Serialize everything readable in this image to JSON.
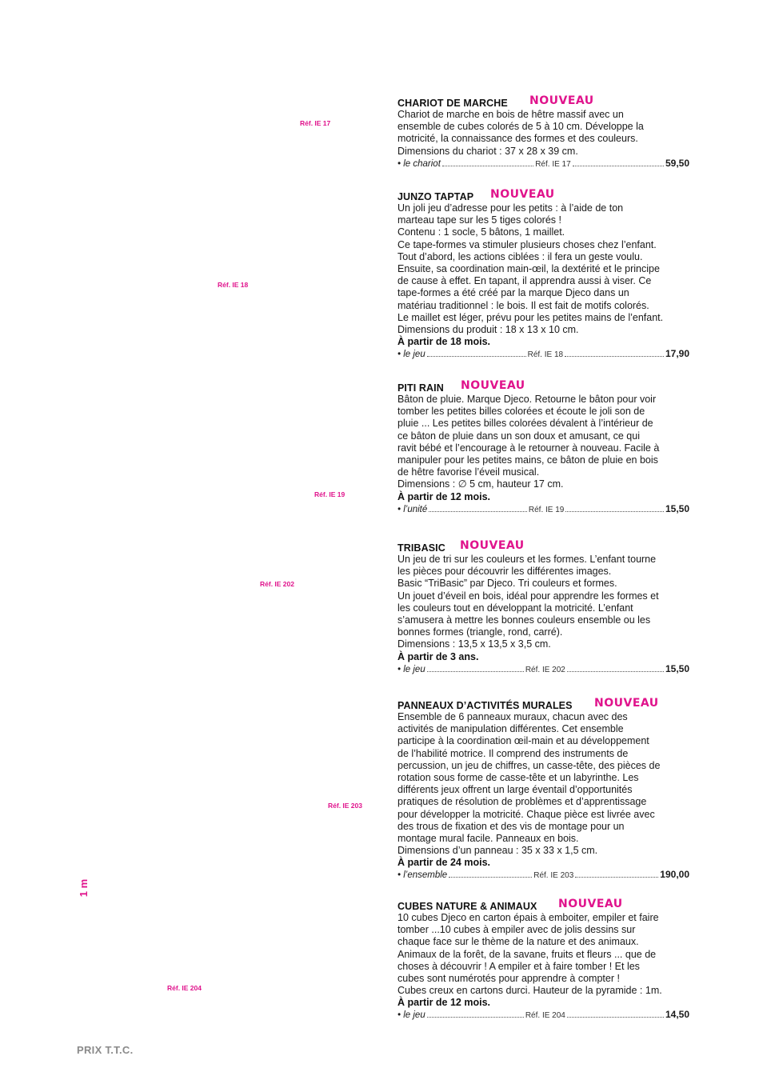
{
  "side_label": "1 m",
  "footer": "PRIX T.T.C.",
  "badge_label": "NOUVEAU",
  "ref_tags": [
    {
      "text": "Réf. IE 17"
    },
    {
      "text": "Réf. IE 18"
    },
    {
      "text": "Réf. IE 19"
    },
    {
      "text": "Réf. IE 202"
    },
    {
      "text": "Réf. IE 203"
    },
    {
      "text": "Réf. IE 204"
    }
  ],
  "products": [
    {
      "title": "CHARIOT DE MARCHE",
      "badge": "NOUVEAU",
      "desc": "Chariot de marche en bois de hêtre massif avec un\nensemble de cubes colorés de 5 à 10 cm. Développe la\nmotricité, la connaissance des formes et des couleurs.\nDimensions du chariot : 37 x 28 x 39 cm.",
      "age": "",
      "unit": "• le chariot",
      "ref": "Réf. IE 17",
      "price": "59,50"
    },
    {
      "title": "JUNZO TAPTAP",
      "badge": "NOUVEAU",
      "desc": "Un joli jeu d’adresse pour les petits : à l’aide de ton\nmarteau tape sur les 5 tiges colorés !\nContenu : 1 socle, 5 bâtons, 1 maillet.\nCe tape-formes va stimuler plusieurs choses chez l’enfant.\nTout d’abord, les actions ciblées : il fera un geste voulu.\nEnsuite, sa coordination main-œil, la dextérité et le principe\nde cause à effet. En tapant, il apprendra aussi à viser. Ce\ntape-formes a été créé par la marque Djeco dans un\nmatériau traditionnel : le bois. Il est fait de motifs colorés.\nLe maillet est léger, prévu pour les petites mains de l’enfant.\nDimensions du produit : 18 x 13 x 10 cm.",
      "age": "À partir de 18 mois.",
      "unit": "• le jeu",
      "ref": "Réf. IE 18",
      "price": "17,90"
    },
    {
      "title": "PITI RAIN",
      "badge": "NOUVEAU",
      "desc": "Bâton de pluie. Marque Djeco. Retourne le bâton pour voir\ntomber les petites billes colorées et écoute le joli son de\npluie ... Les petites billes colorées dévalent à l’intérieur de\nce bâton de pluie dans un son doux et amusant, ce qui\nravit bébé et l’encourage à le retourner à nouveau. Facile à\nmanipuler pour les petites mains, ce bâton de pluie en bois\nde hêtre favorise l’éveil musical.\nDimensions : ∅ 5 cm, hauteur 17 cm.",
      "age": "À partir de 12 mois.",
      "unit": "• l’unité",
      "ref": "Réf. IE 19",
      "price": "15,50"
    },
    {
      "title": "TRIBASIC",
      "badge": "NOUVEAU",
      "desc": "Un jeu de tri sur les couleurs et les formes. L’enfant tourne\nles pièces pour découvrir les différentes images.\nBasic “TriBasic” par Djeco. Tri couleurs et formes.\nUn jouet d’éveil en bois, idéal pour apprendre les formes et\nles couleurs tout en développant la motricité. L’enfant\ns’amusera à mettre les bonnes couleurs ensemble ou les\nbonnes formes (triangle, rond, carré).\nDimensions : 13,5 x 13,5 x 3,5 cm.",
      "age": "À partir de 3 ans.",
      "unit": "• le jeu",
      "ref": "Réf. IE 202",
      "price": "15,50"
    },
    {
      "title": "PANNEAUX D’ACTIVITÉS MURALES",
      "badge": "NOUVEAU",
      "desc": "Ensemble de 6 panneaux muraux, chacun avec des\nactivités de manipulation différentes. Cet ensemble\nparticipe à la coordination œil-main et au développement\nde l’habilité motrice. Il comprend des instruments de\npercussion, un jeu de chiffres, un casse-tête, des pièces de\nrotation sous forme de casse-tête et un labyrinthe. Les\ndifférents jeux offrent un large éventail d’opportunités\npratiques de résolution de problèmes et d’apprentissage\npour développer la motricité. Chaque pièce est livrée avec\ndes trous de fixation et des vis de montage pour un\nmontage mural facile. Panneaux en bois.\nDimensions d’un panneau : 35 x 33 x 1,5 cm.",
      "age": "À partir de 24 mois.",
      "unit": "• l’ensemble",
      "ref": "Réf. IE 203",
      "price": "190,00"
    },
    {
      "title": "CUBES NATURE & ANIMAUX",
      "badge": "NOUVEAU",
      "desc": "10 cubes Djeco en carton épais à emboiter, empiler et faire\ntomber ...10 cubes à empiler avec de jolis dessins sur\nchaque face sur le thème de la nature et des animaux.\nAnimaux de la forêt, de la savane, fruits et fleurs ... que de\nchoses à découvrir ! A empiler et à faire tomber ! Et les\ncubes sont numérotés pour apprendre à compter !\nCubes creux en cartons durci. Hauteur de la pyramide : 1m.",
      "age": "À partir de 12 mois.",
      "unit": "• le jeu",
      "ref": "Réf. IE 204",
      "price": "14,50"
    }
  ]
}
